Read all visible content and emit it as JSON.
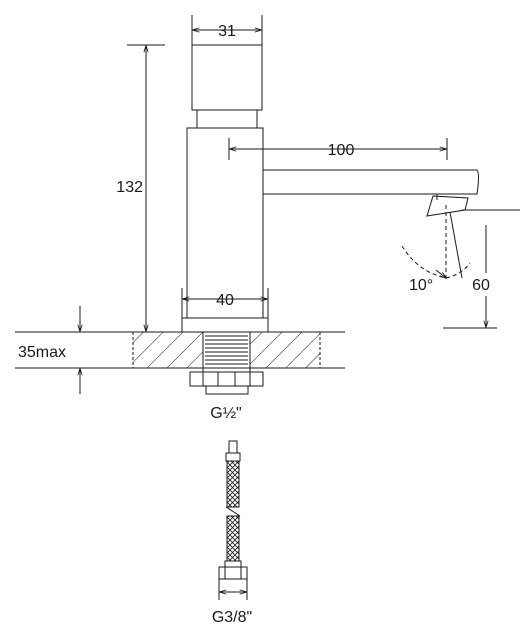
{
  "dimensions": {
    "top_width": "31",
    "height": "132",
    "spout_reach": "100",
    "base_width": "40",
    "deck_thickness": "35max",
    "spray_angle": "10°",
    "outlet_height": "60",
    "inlet_thread": "G½\"",
    "hose_thread": "G3/8\""
  },
  "colors": {
    "line": "#1a1a1a",
    "background": "#ffffff"
  }
}
